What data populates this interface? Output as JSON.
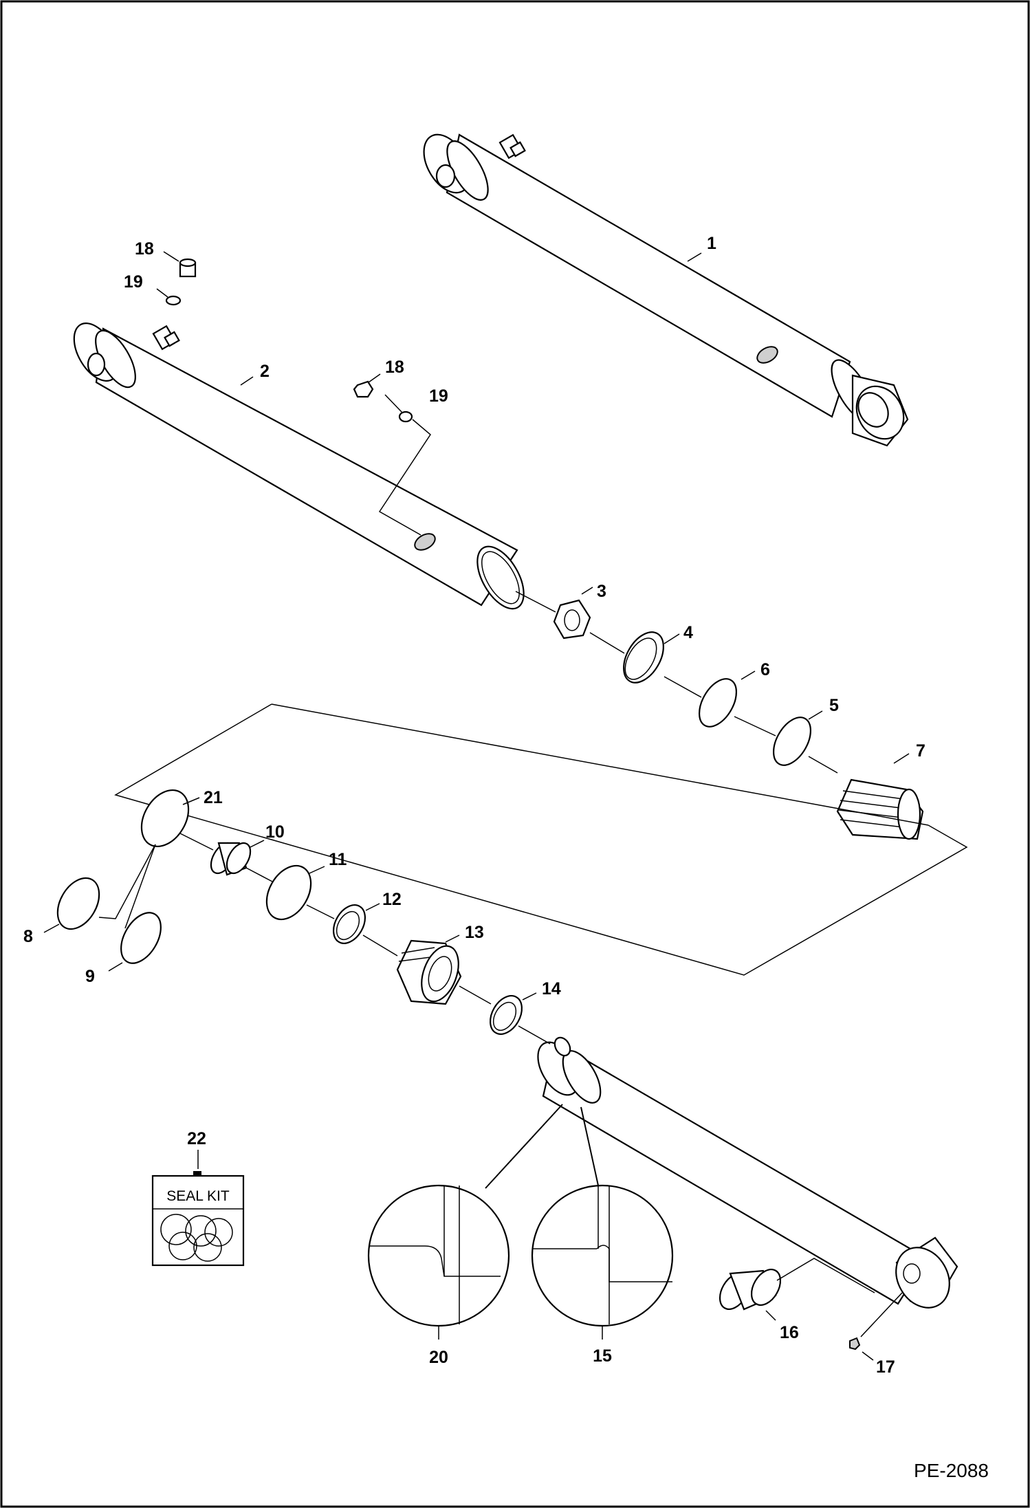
{
  "callouts": [
    {
      "id": "1",
      "text": "1"
    },
    {
      "id": "2",
      "text": "2"
    },
    {
      "id": "3",
      "text": "3"
    },
    {
      "id": "4",
      "text": "4"
    },
    {
      "id": "5",
      "text": "5"
    },
    {
      "id": "6",
      "text": "6"
    },
    {
      "id": "7",
      "text": "7"
    },
    {
      "id": "8",
      "text": "8"
    },
    {
      "id": "9",
      "text": "9"
    },
    {
      "id": "10",
      "text": "10"
    },
    {
      "id": "11",
      "text": "11"
    },
    {
      "id": "12",
      "text": "12"
    },
    {
      "id": "13",
      "text": "13"
    },
    {
      "id": "14",
      "text": "14"
    },
    {
      "id": "15",
      "text": "15"
    },
    {
      "id": "16",
      "text": "16"
    },
    {
      "id": "17",
      "text": "17"
    },
    {
      "id": "18a",
      "text": "18"
    },
    {
      "id": "18b",
      "text": "18"
    },
    {
      "id": "19a",
      "text": "19"
    },
    {
      "id": "19b",
      "text": "19"
    },
    {
      "id": "20",
      "text": "20"
    },
    {
      "id": "21",
      "text": "21"
    },
    {
      "id": "22",
      "text": "22"
    }
  ],
  "seal_kit_label": "SEAL KIT",
  "drawing_code": "PE-2088"
}
